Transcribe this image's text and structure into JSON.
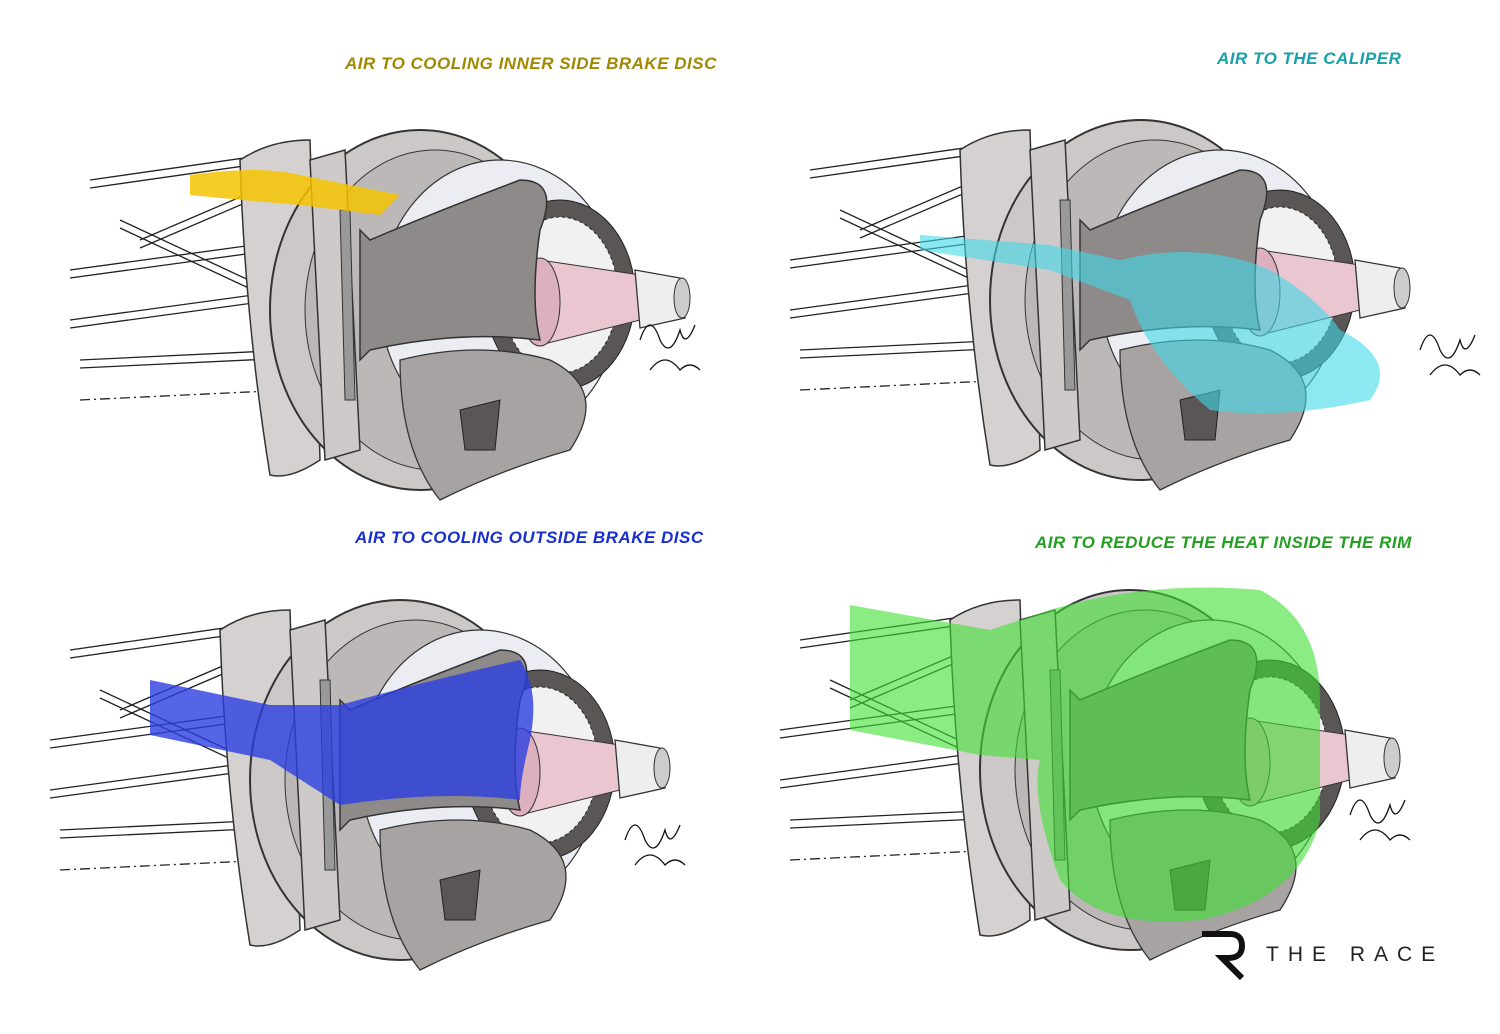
{
  "panels": [
    {
      "title": "AIR TO COOLING INNER SIDE BRAKE DISC",
      "color": "#a08800",
      "highlight": "#f5c400"
    },
    {
      "title": "AIR TO THE CALIPER",
      "color": "#1aa0a8",
      "highlight": "#3fd8e8"
    },
    {
      "title": "AIR TO COOLING OUTSIDE BRAKE DISC",
      "color": "#1a2fd0",
      "highlight": "#2a3ee0"
    },
    {
      "title": "AIR TO REDUCE THE HEAT INSIDE THE RIM",
      "color": "#22a020",
      "highlight": "#3ee030"
    }
  ],
  "logo": {
    "brand": "THE RACE",
    "icon": "r-logo-icon"
  }
}
